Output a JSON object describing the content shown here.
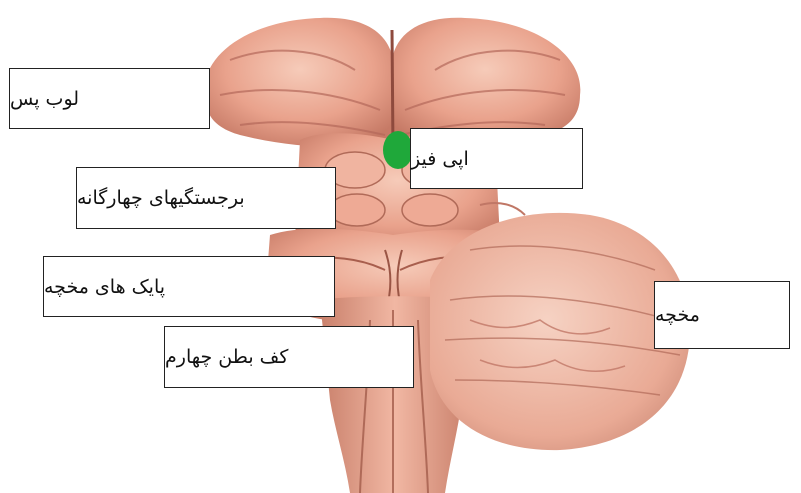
{
  "figure": {
    "colors": {
      "tissue": "#e8a08c",
      "tissue_light": "#f3c4b2",
      "tissue_dark": "#b9705e",
      "groove": "#a45a4a",
      "pineal_highlight": "#1fa83a",
      "label_border": "#222222"
    }
  },
  "labels": {
    "occipital_lobe": "لوب پس",
    "pineal_gland": "اپی فیز",
    "quadrigeminal_colliculi": "برجستگیهای چهارگانه",
    "cerebellar_peduncles": "پایک های مخچه",
    "fourth_ventricle_floor": "کف بطن چهارم",
    "cerebellum": "مخچه"
  }
}
